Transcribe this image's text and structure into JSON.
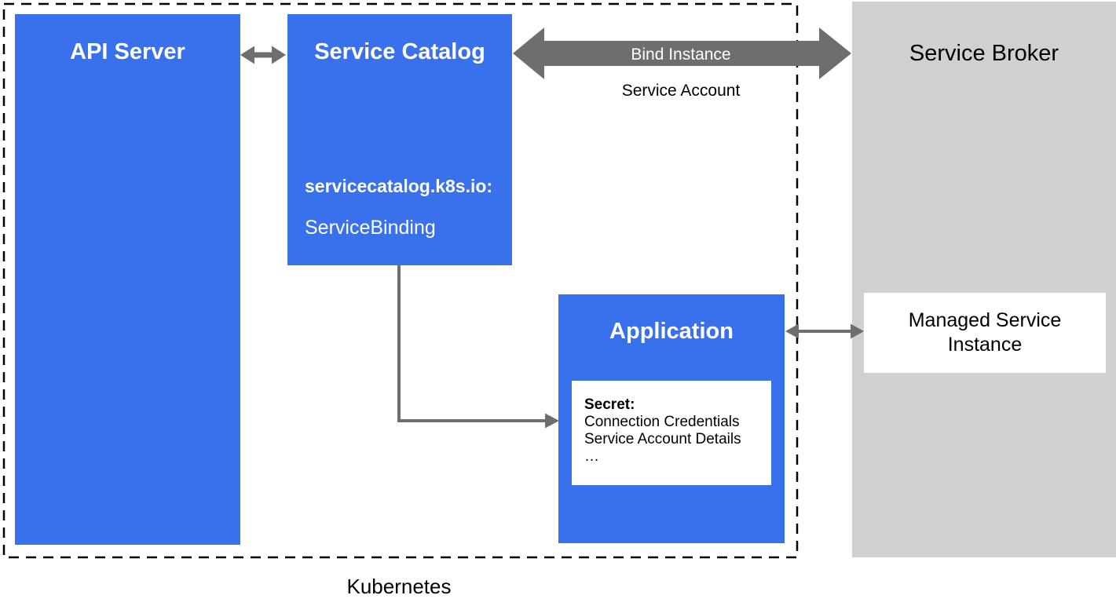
{
  "colors": {
    "box_blue": "#3970EC",
    "broker_gray": "#D0D0D0",
    "arrow_gray": "#6E6E6E"
  },
  "kubernetes": {
    "label": "Kubernetes"
  },
  "api_server": {
    "title": "API Server"
  },
  "service_catalog": {
    "title": "Service Catalog",
    "api_group": "servicecatalog.k8s.io:",
    "resource": "ServiceBinding"
  },
  "bind_arrow": {
    "label": "Bind Instance",
    "sublabel": "Service Account"
  },
  "application": {
    "title": "Application"
  },
  "secret": {
    "title": "Secret:",
    "lines": [
      "Connection Credentials",
      "Service Account Details",
      "…"
    ]
  },
  "service_broker": {
    "title": "Service Broker",
    "instance_label": "Managed Service Instance"
  }
}
